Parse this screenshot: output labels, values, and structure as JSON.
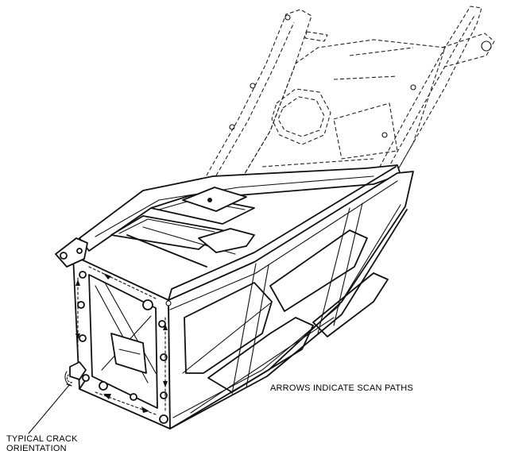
{
  "labels": {
    "scan_paths": "ARROWS INDICATE SCAN PATHS",
    "crack_line1": "TYPICAL CRACK",
    "crack_line2": "ORIENTATION"
  },
  "colors": {
    "ink": "#111111",
    "background": "#ffffff"
  }
}
